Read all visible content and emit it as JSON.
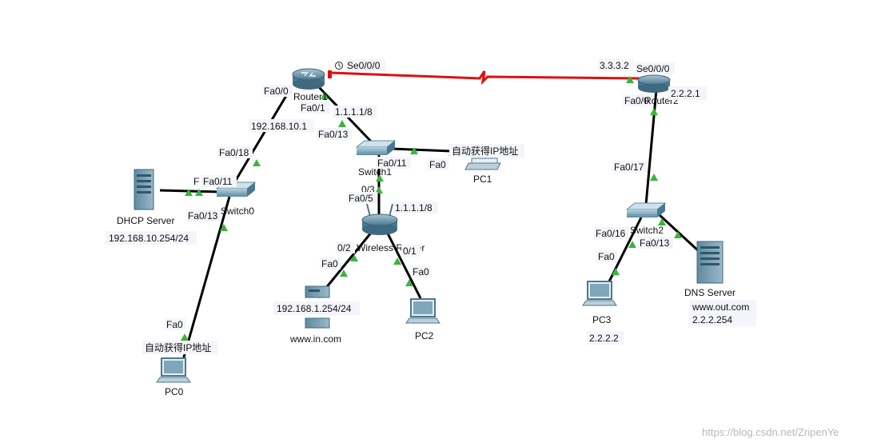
{
  "devices": {
    "router1": {
      "name": "Router1"
    },
    "router2": {
      "name": "Router2"
    },
    "wireless_router": {
      "name": "Wireless Router"
    },
    "switch0": {
      "name": "Switch0"
    },
    "switch1": {
      "name": "Switch1"
    },
    "switch2": {
      "name": "Switch2"
    },
    "dhcp_server": {
      "name": "DHCP Server",
      "ip": "192.168.10.254/24"
    },
    "dns_server": {
      "name": "DNS Server",
      "domain": "www.out.com",
      "ip": "2.2.2.254"
    },
    "web_server": {
      "name": "www.in.com",
      "ip": "192.168.1.254/24"
    },
    "pc0": {
      "name": "PC0",
      "note": "自动获得IP地址"
    },
    "pc1": {
      "name": "PC1",
      "note": "自动获得IP地址"
    },
    "pc2": {
      "name": "PC2"
    },
    "pc3": {
      "name": "PC3",
      "ip": "2.2.2.2"
    }
  },
  "ports": {
    "r1_se": "Se0/0/0",
    "r1_fa00": "Fa0/0",
    "r1_fa01": "Fa0/1",
    "r1_fa00_ip": "192.168.10.1",
    "r1_fa01_ip": "1.1.1.1/8",
    "r2_se": "Se0/0/0",
    "r2_se_ip": "3.3.3.2",
    "r2_fa00": "Fa0/0",
    "r2_fa00_ip": "2.2.2.1",
    "sw0_fa18": "Fa0/18",
    "sw0_fa11": "Fa0/11",
    "sw0_f": "F",
    "sw0_fa13": "Fa0/13",
    "sw1_fa13": "Fa0/13",
    "sw1_fa11": "Fa0/11",
    "sw1_partial": "0/3",
    "pc1_fa0": "Fa0",
    "wr_fa05": "Fa0/5",
    "wr_wan_ip": "1.1.1.1/8",
    "wr_02": "0/2",
    "wr_01": "0/1",
    "web_fa0": "Fa0",
    "pc2_fa0": "Fa0",
    "pc0_fa0": "Fa0",
    "sw2_fa17": "Fa0/17",
    "sw2_fa16": "Fa0/16",
    "sw2_fa13": "Fa0/13",
    "pc3_fa0": "Fa0"
  },
  "watermark": "https://blog.csdn.net/ZripenYe",
  "colors": {
    "link": "#000000",
    "serial": "#e01010",
    "port_up": "#3cb43c",
    "device_blue": "#5f8fa8"
  }
}
